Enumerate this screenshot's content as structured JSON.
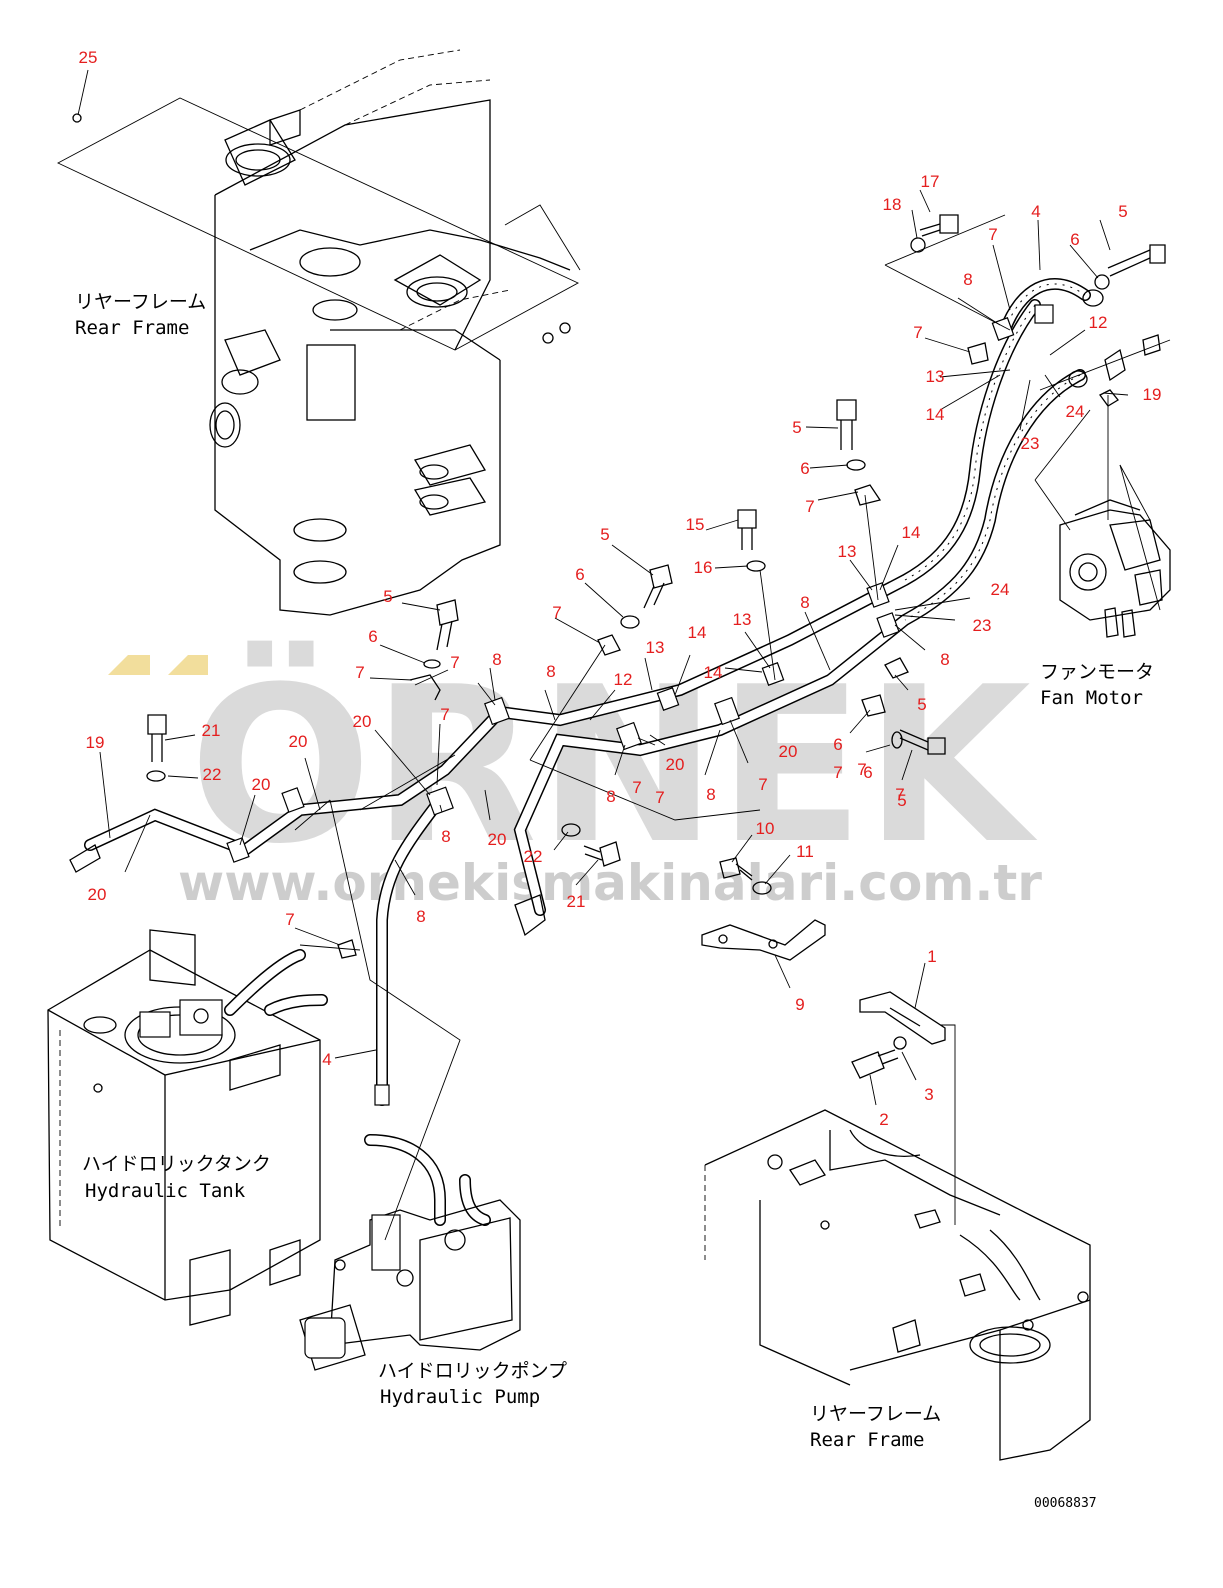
{
  "watermark": {
    "brand": "ÖRNEK",
    "url": "www.ornekismakinalari.com.tr",
    "colors": {
      "text": "#bdbdbd",
      "accent": "#e8c24a"
    }
  },
  "labels": {
    "rear_frame_top_jp": "リヤーフレーム",
    "rear_frame_top_en": "Rear Frame",
    "fan_motor_jp": "ファンモータ",
    "fan_motor_en": "Fan Motor",
    "hydraulic_tank_jp": "ハイドロリックタンク",
    "hydraulic_tank_en": "Hydraulic Tank",
    "hydraulic_pump_jp": "ハイドロリックポンプ",
    "hydraulic_pump_en": "Hydraulic Pump",
    "rear_frame_bottom_jp": "リヤーフレーム",
    "rear_frame_bottom_en": "Rear Frame"
  },
  "document_number": "00068837",
  "callouts": [
    "25",
    "17",
    "18",
    "4",
    "7",
    "5",
    "6",
    "8",
    "12",
    "7",
    "13",
    "19",
    "14",
    "24",
    "23",
    "5",
    "6",
    "7",
    "15",
    "16",
    "13",
    "14",
    "5",
    "6",
    "7",
    "24",
    "23",
    "8",
    "8",
    "5",
    "6",
    "7",
    "13",
    "14",
    "13",
    "12",
    "8",
    "7",
    "8",
    "5",
    "6",
    "7",
    "7",
    "21",
    "22",
    "19",
    "20",
    "20",
    "20",
    "20",
    "7",
    "8",
    "8",
    "20",
    "20",
    "14",
    "7",
    "8",
    "7",
    "8",
    "7",
    "20",
    "7",
    "6",
    "5",
    "10",
    "11",
    "22",
    "21",
    "9",
    "7",
    "4",
    "1",
    "3",
    "2"
  ],
  "colors": {
    "callout": "#e41e1e",
    "line": "#000000"
  }
}
